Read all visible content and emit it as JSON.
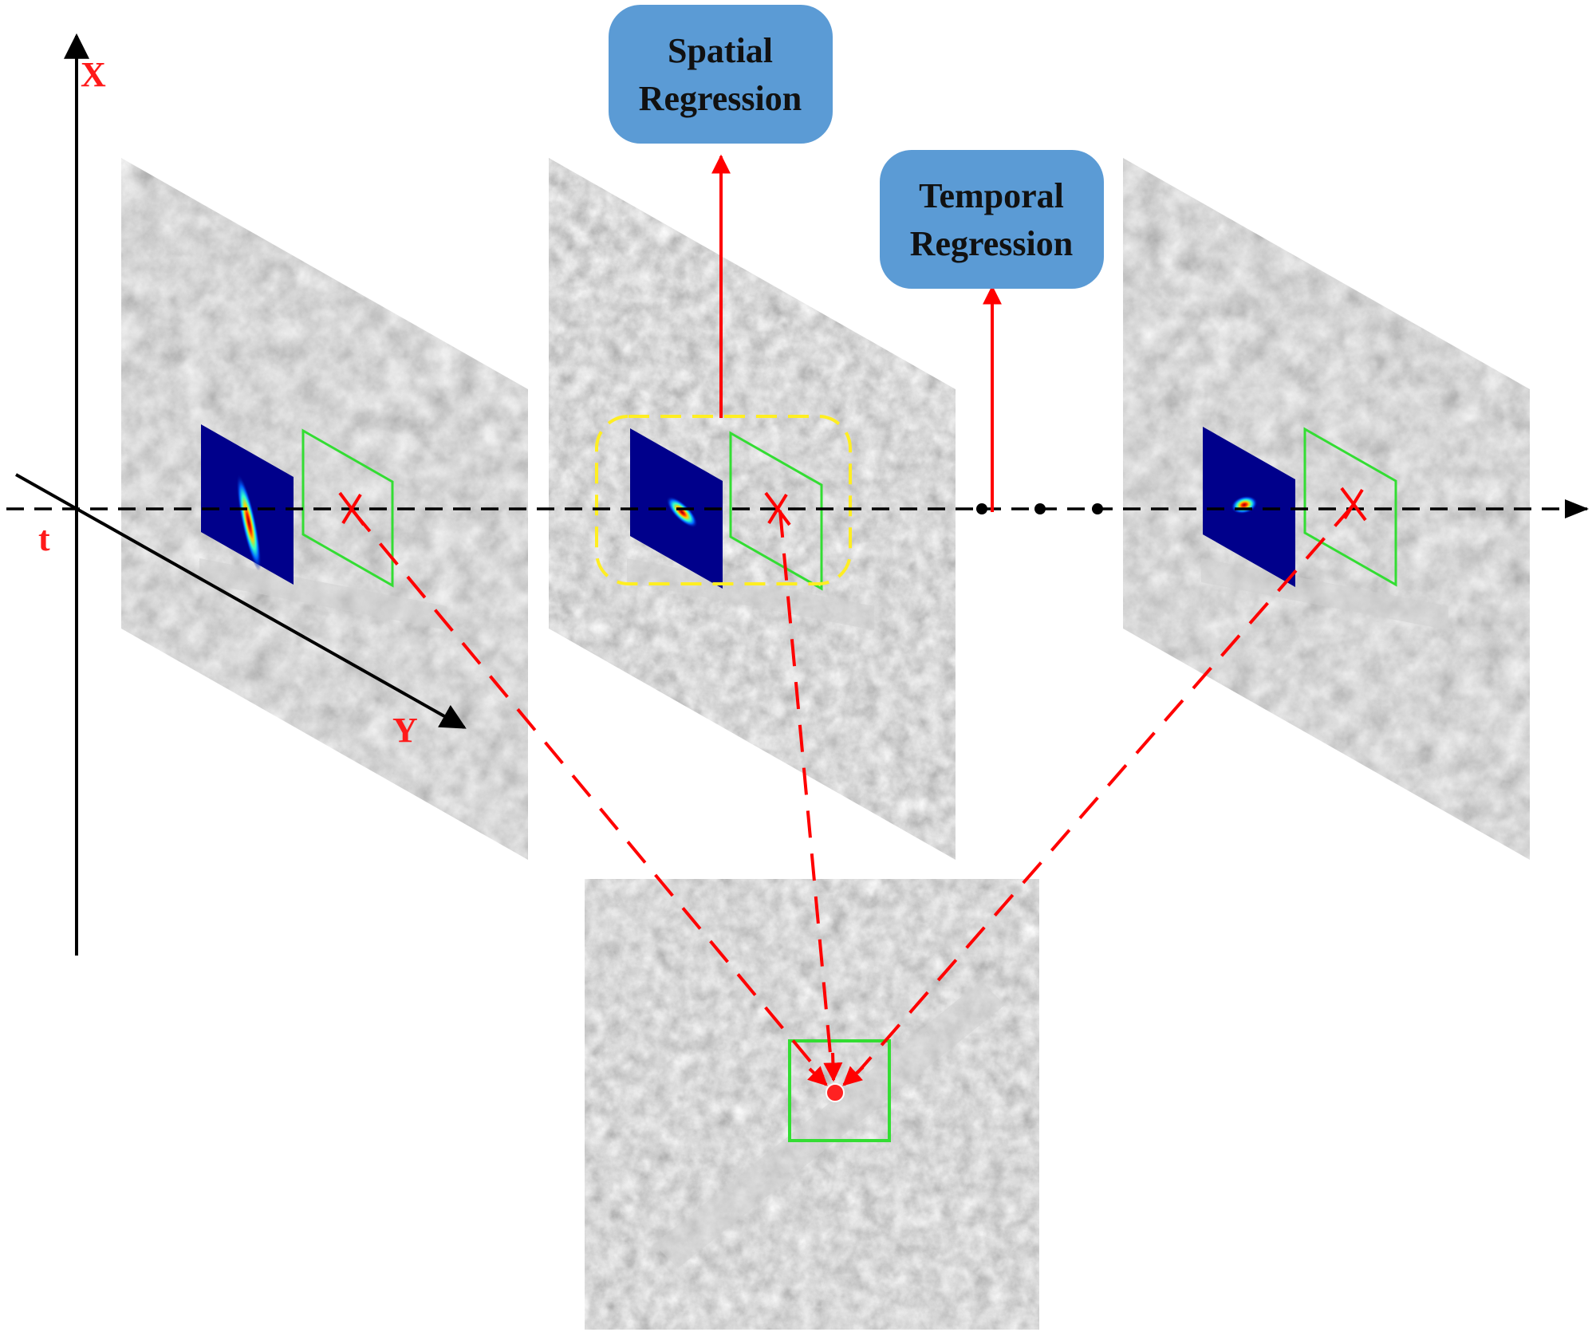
{
  "axes": {
    "x_label": "X",
    "y_label": "Y",
    "t_label": "t"
  },
  "boxes": {
    "spatial": {
      "line1": "Spatial",
      "line2": "Regression"
    },
    "temporal": {
      "line1": "Temporal",
      "line2": "Regression"
    }
  },
  "colors": {
    "axis": "#000000",
    "label_red": "#ff1a1a",
    "box_fill": "#5b9bd5",
    "green_window": "#33dd33",
    "yellow_dash": "#ffee22",
    "arrow_red": "#ff0000",
    "heatmap_bg": "#00008b"
  },
  "icons": {
    "frame_image": "satellite-frame-image",
    "response_map": "response-heatmap",
    "target_marker": "target-cross-icon"
  }
}
